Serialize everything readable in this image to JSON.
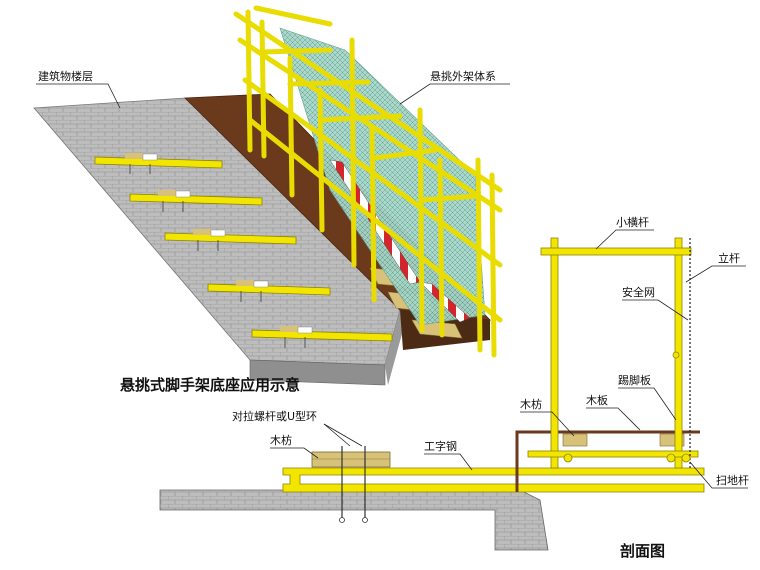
{
  "labels": {
    "building_floor": "建筑物楼层",
    "cantilever_scaffold": "悬挑外架体系",
    "main_title": "悬挑式脚手架底座应用示意",
    "tie_rod": "对拉螺杆或U型环",
    "timber_left": "木枋",
    "i_beam": "工字钢",
    "timber_right": "木枋",
    "plank": "木板",
    "toe_board": "踢脚板",
    "small_crossbar": "小横杆",
    "upright": "立杆",
    "safety_net": "安全网",
    "sweep_bar": "扫地杆",
    "section_title": "剖面图"
  },
  "colors": {
    "steel_yellow": "#f2e600",
    "slab_gray": "#b9b9b9",
    "deck_brown": "#6b3a1c",
    "net_green": "#9fd2c6",
    "timber": "#d8c27a"
  }
}
